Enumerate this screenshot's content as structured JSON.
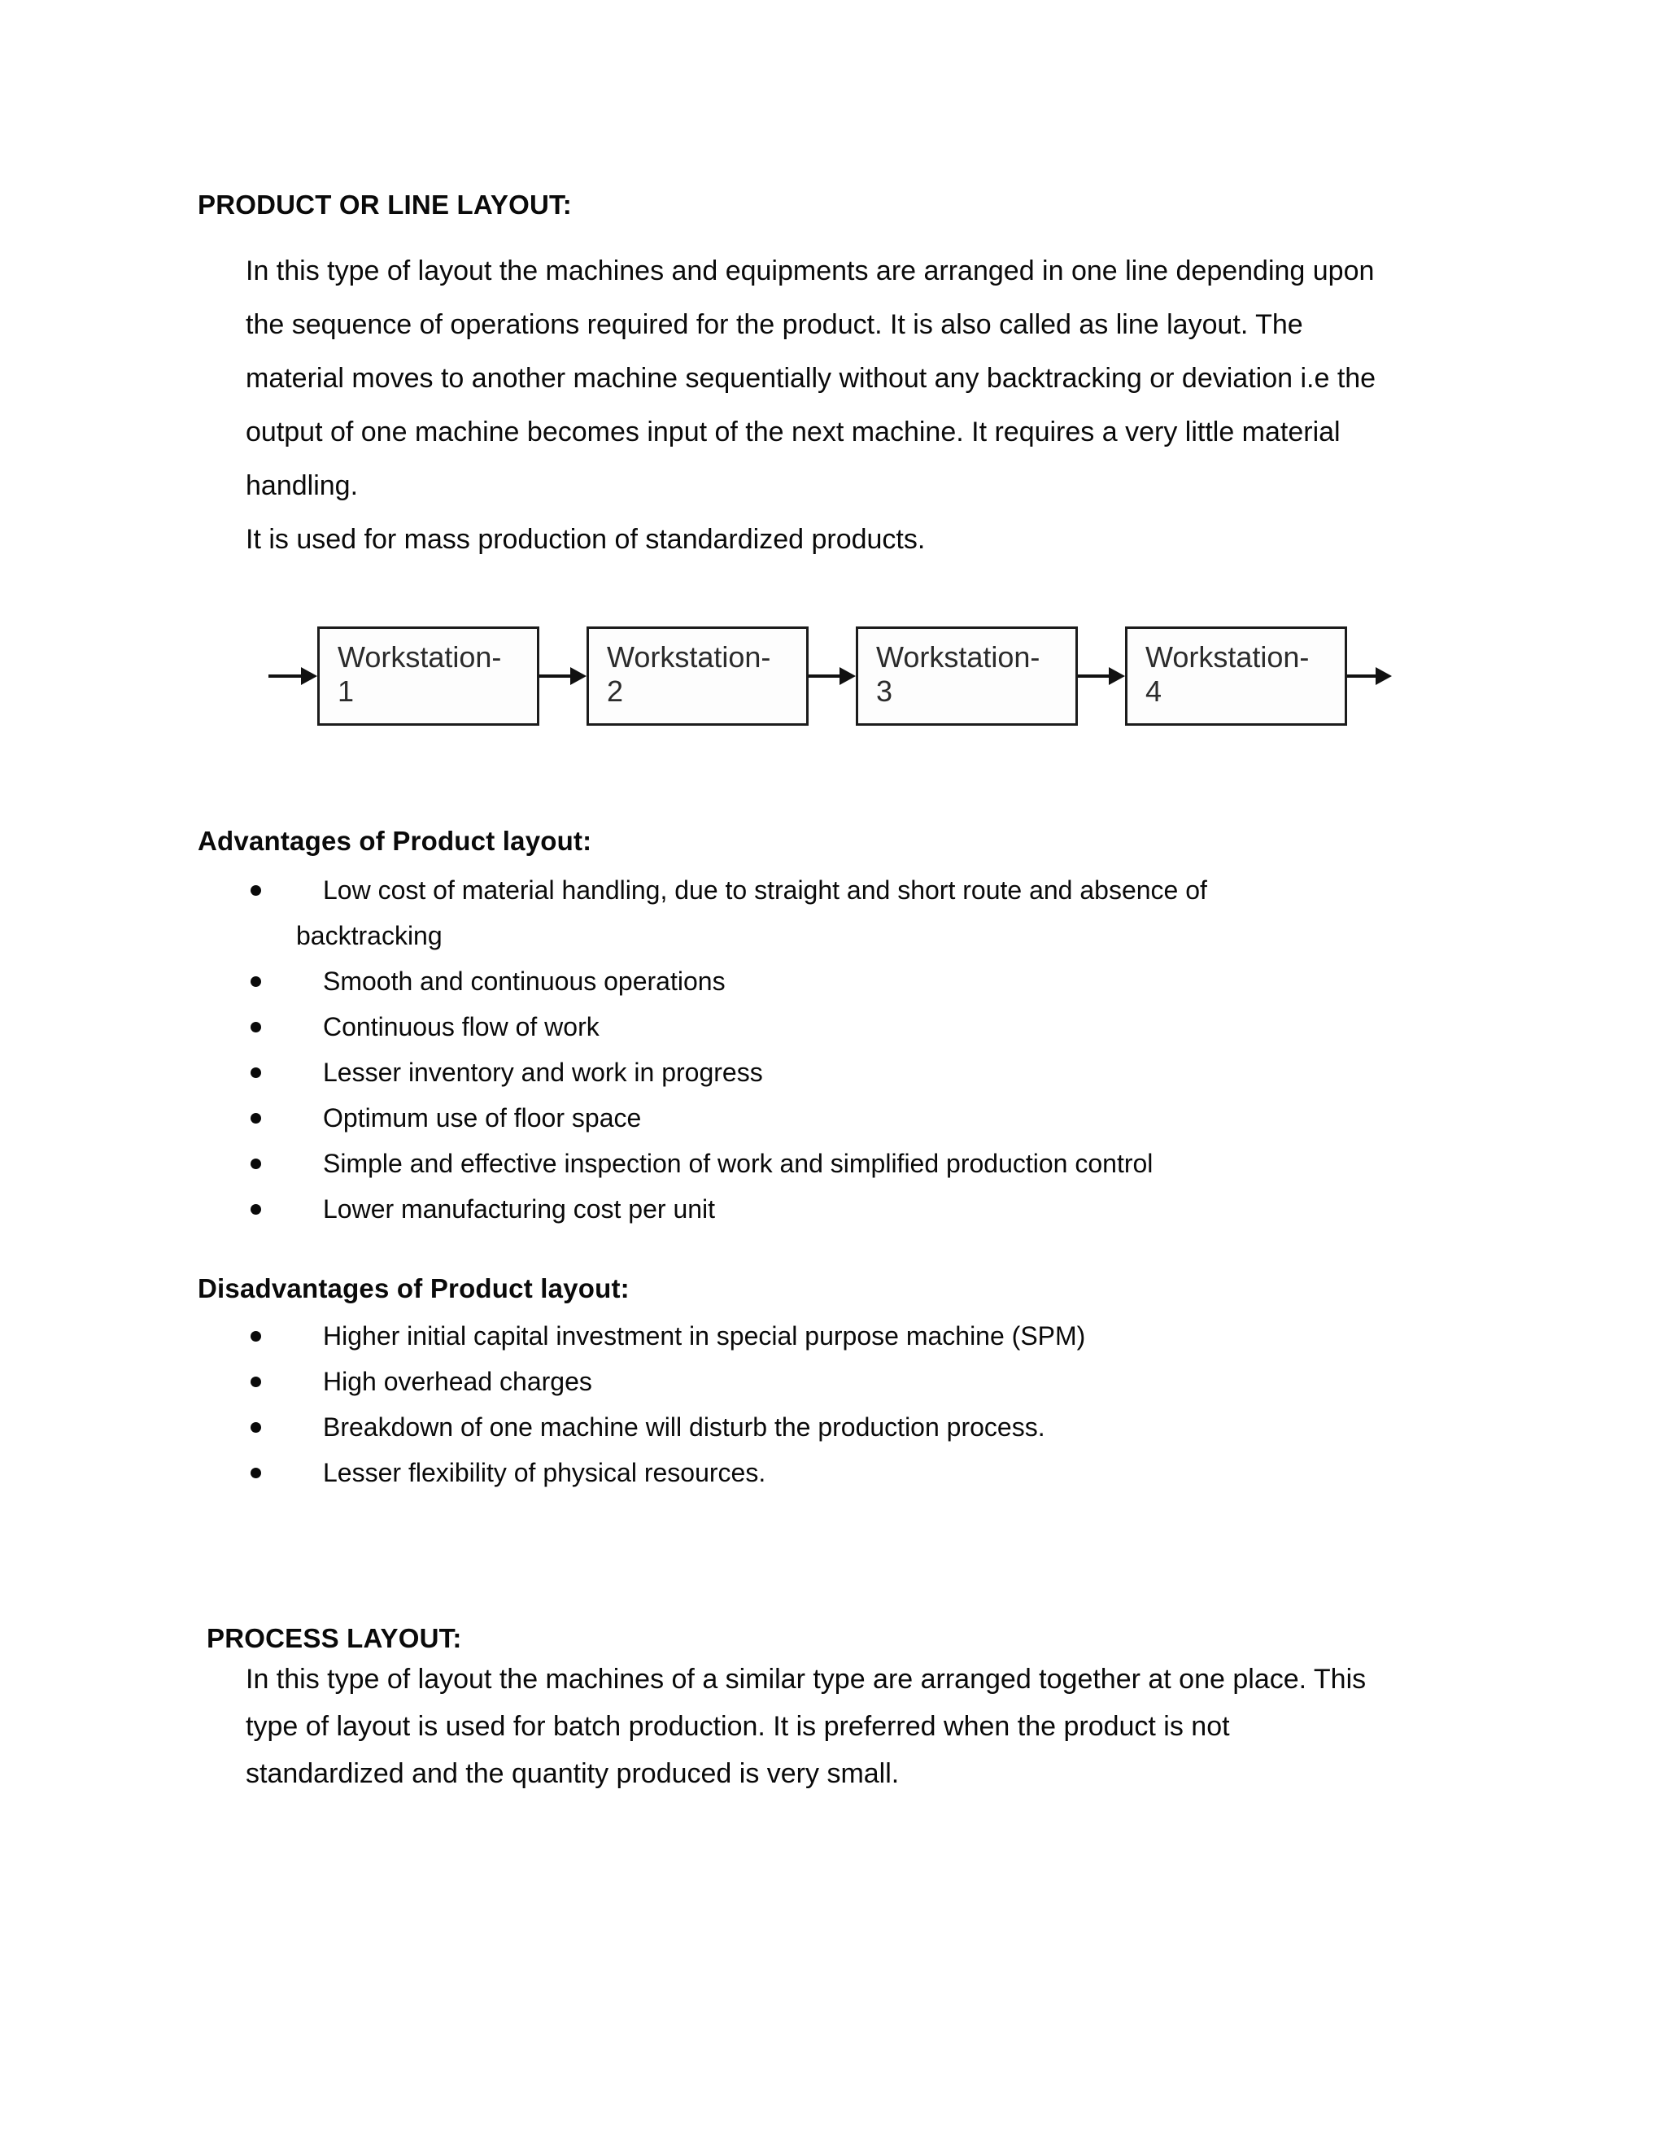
{
  "product_layout": {
    "heading": "PRODUCT OR LINE LAYOUT:",
    "paragraph_lines": [
      "In this type of layout the machines and equipments are arranged in one line depending upon",
      "the sequence of operations required for the product. It is also called as line layout. The",
      "material moves to another machine sequentially without any backtracking or deviation i.e the",
      "output of one machine becomes input of the next machine. It requires a very little material",
      "handling.",
      "It is used for mass production of standardized products."
    ]
  },
  "diagram": {
    "boxes": [
      {
        "label": "Workstation-",
        "number": "1"
      },
      {
        "label": "Workstation-",
        "number": "2"
      },
      {
        "label": "Workstation-",
        "number": "3"
      },
      {
        "label": "Workstation-",
        "number": "4"
      }
    ],
    "flow_direction": "left-to-right"
  },
  "icons": {
    "bullet": "filled-circle",
    "flow_arrow": "right-arrow"
  },
  "advantages": {
    "heading": "Advantages of Product layout:",
    "rows": [
      {
        "text": "Low cost of material handling, due to straight and short route and absence of",
        "bullet": true
      },
      {
        "text": "backtracking",
        "bullet": false
      },
      {
        "text": "Smooth and continuous operations",
        "bullet": true
      },
      {
        "text": "Continuous flow of work",
        "bullet": true
      },
      {
        "text": "Lesser inventory and work in progress",
        "bullet": true
      },
      {
        "text": "Optimum use of floor space",
        "bullet": true
      },
      {
        "text": "Simple and effective inspection of work and simplified production control",
        "bullet": true
      },
      {
        "text": "Lower manufacturing cost per unit",
        "bullet": true
      }
    ]
  },
  "disadvantages": {
    "heading": "Disadvantages of Product layout:",
    "rows": [
      {
        "text": "Higher initial capital investment in special purpose machine (SPM)",
        "bullet": true
      },
      {
        "text": "High overhead charges",
        "bullet": true
      },
      {
        "text": "Breakdown of one machine will disturb the production process.",
        "bullet": true
      },
      {
        "text": "Lesser flexibility of physical resources.",
        "bullet": true
      }
    ]
  },
  "process_layout": {
    "heading": "PROCESS LAYOUT:",
    "paragraph_lines": [
      "In this type of layout the machines of a similar type are arranged together at one place. This",
      "type of layout is used for batch production. It is preferred when the product is not",
      "standardized and the quantity produced is very small."
    ]
  }
}
